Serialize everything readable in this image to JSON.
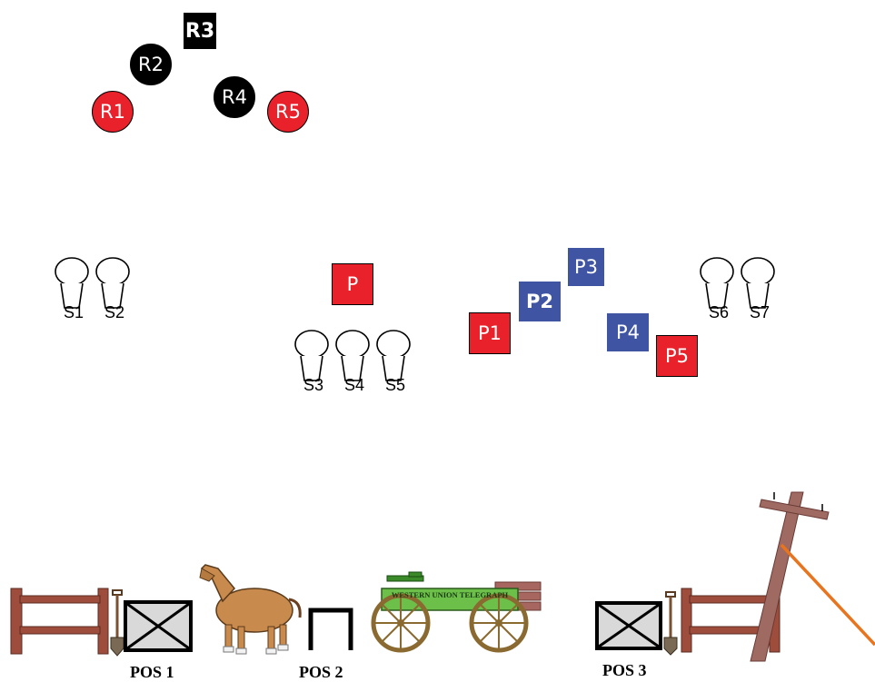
{
  "riders": [
    {
      "id": "R1",
      "label": "R1",
      "color": "#e8212a"
    },
    {
      "id": "R2",
      "label": "R2",
      "color": "#000000"
    },
    {
      "id": "R3",
      "label": "R3",
      "color": "#000000"
    },
    {
      "id": "R4",
      "label": "R4",
      "color": "#000000"
    },
    {
      "id": "R5",
      "label": "R5",
      "color": "#e8212a"
    }
  ],
  "center_square": {
    "label": "P",
    "color": "#e8212a"
  },
  "players": [
    {
      "id": "P1",
      "label": "P1",
      "color": "#e8212a"
    },
    {
      "id": "P2",
      "label": "P2",
      "color": "#3f55a3"
    },
    {
      "id": "P3",
      "label": "P3",
      "color": "#3f55a3"
    },
    {
      "id": "P4",
      "label": "P4",
      "color": "#3f55a3"
    },
    {
      "id": "P5",
      "label": "P5",
      "color": "#e8212a"
    }
  ],
  "stands": [
    {
      "id": "S1",
      "label": "S1"
    },
    {
      "id": "S2",
      "label": "S2"
    },
    {
      "id": "S3",
      "label": "S3"
    },
    {
      "id": "S4",
      "label": "S4"
    },
    {
      "id": "S5",
      "label": "S5"
    },
    {
      "id": "S6",
      "label": "S6"
    },
    {
      "id": "S7",
      "label": "S7"
    }
  ],
  "positions": [
    {
      "id": "pos1",
      "label": "POS 1"
    },
    {
      "id": "pos2",
      "label": "POS 2"
    },
    {
      "id": "pos3",
      "label": "POS 3"
    }
  ],
  "wagon_sign": "WESTERN UNION TELEGRAPH"
}
